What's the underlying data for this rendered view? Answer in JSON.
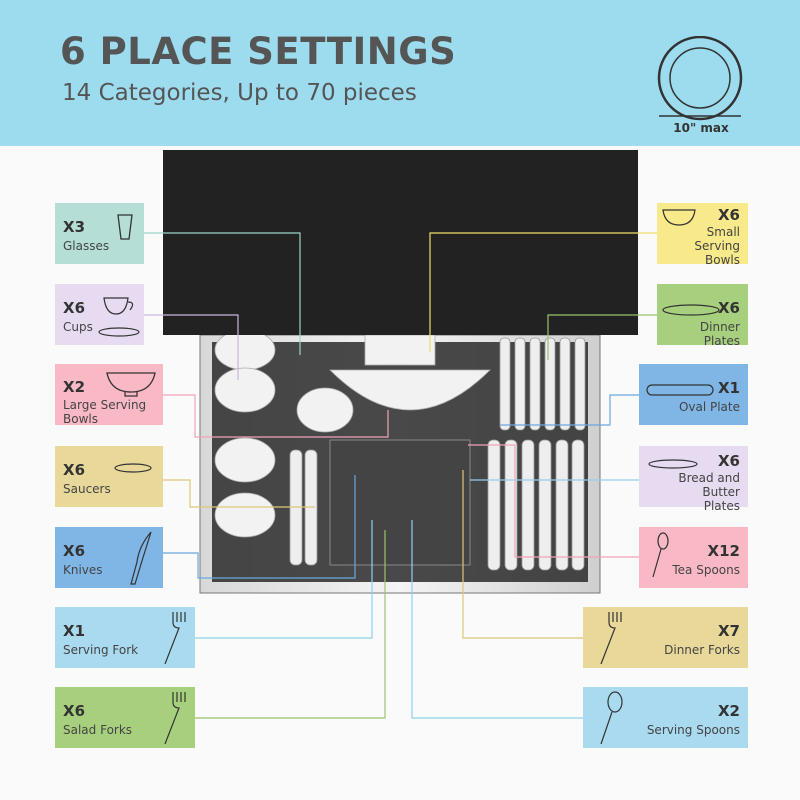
{
  "header": {
    "title": "6 PLACE SETTINGS",
    "subtitle": "14 Categories, Up to 70 pieces",
    "plate_size": "10\" max"
  },
  "left": [
    {
      "qty": "X3",
      "label": "Glasses",
      "color": "#b5ded6",
      "icon": "glass-icon"
    },
    {
      "qty": "X6",
      "label": "Cups",
      "color": "#e6dbf0",
      "icon": "cup-icon"
    },
    {
      "qty": "X2",
      "label": "Large Serving Bowls",
      "color": "#f8b9c5",
      "icon": "bowl-icon"
    },
    {
      "qty": "X6",
      "label": "Saucers",
      "color": "#e8d89a",
      "icon": "saucer-icon"
    },
    {
      "qty": "X6",
      "label": "Knives",
      "color": "#7fb6e5",
      "icon": "knife-icon"
    },
    {
      "qty": "X1",
      "label": "Serving Fork",
      "color": "#a9daf0",
      "icon": "fork-icon"
    },
    {
      "qty": "X6",
      "label": "Salad Forks",
      "color": "#a7d07e",
      "icon": "fork-icon"
    }
  ],
  "right": [
    {
      "qty": "X6",
      "label": "Small Serving Bowls",
      "color": "#f8ea8a",
      "icon": "bowl-icon"
    },
    {
      "qty": "X6",
      "label": "Dinner Plates",
      "color": "#a7d07e",
      "icon": "plate-icon"
    },
    {
      "qty": "X1",
      "label": "Oval Plate",
      "color": "#7fb6e5",
      "icon": "oval-plate-icon"
    },
    {
      "qty": "X6",
      "label": "Bread and Butter Plates",
      "color": "#e6dbf0",
      "icon": "plate-icon"
    },
    {
      "qty": "X12",
      "label": "Tea Spoons",
      "color": "#f8b9c5",
      "icon": "spoon-icon"
    },
    {
      "qty": "X7",
      "label": "Dinner Forks",
      "color": "#e8d89a",
      "icon": "fork-icon"
    },
    {
      "qty": "X2",
      "label": "Serving Spoons",
      "color": "#a9daf0",
      "icon": "spoon-icon"
    }
  ]
}
